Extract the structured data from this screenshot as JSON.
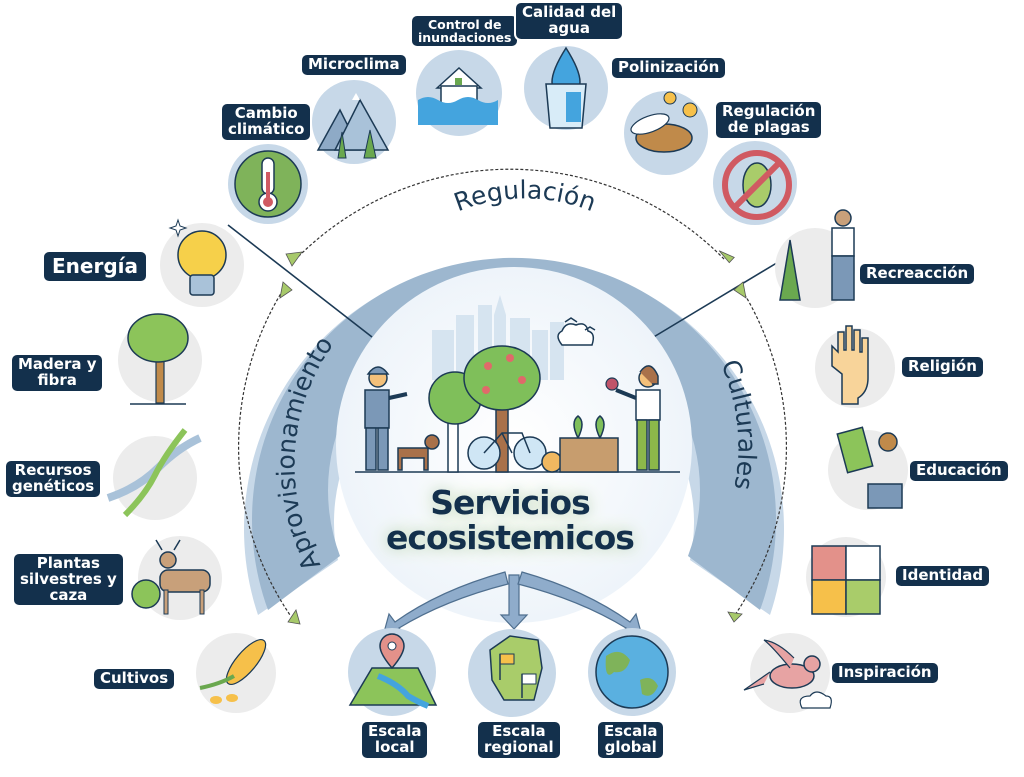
{
  "title": {
    "line1": "Servicios",
    "line2": "ecosistemicos"
  },
  "categories": {
    "provisioning": "Aprovisionamiento",
    "regulating": "Regulación",
    "cultural": "Culturales"
  },
  "provisioning_items": [
    {
      "label": "Energía",
      "icon": "light-bulb-icon"
    },
    {
      "label": "Madera y\nfibra",
      "icon": "tree-icon"
    },
    {
      "label": "Recursos\ngenéticos",
      "icon": "dna-icon"
    },
    {
      "label": "Plantas\nsilvestres y\ncaza",
      "icon": "deer-icon"
    },
    {
      "label": "Cultivos",
      "icon": "corn-icon"
    }
  ],
  "regulating_items": [
    {
      "label": "Cambio\nclimático",
      "icon": "thermometer-globe-icon"
    },
    {
      "label": "Microclima",
      "icon": "mountains-icon"
    },
    {
      "label": "Control de\ninundaciones",
      "icon": "flooded-house-icon"
    },
    {
      "label": "Calidad del\nagua",
      "icon": "water-glass-icon"
    },
    {
      "label": "Polinización",
      "icon": "bee-icon"
    },
    {
      "label": "Regulación\nde plagas",
      "icon": "no-bug-icon"
    }
  ],
  "cultural_items": [
    {
      "label": "Recreacción",
      "icon": "hiker-icon"
    },
    {
      "label": "Religión",
      "icon": "hand-icon"
    },
    {
      "label": "Educación",
      "icon": "reading-person-icon"
    },
    {
      "label": "Identidad",
      "icon": "puzzle-icon"
    },
    {
      "label": "Inspiración",
      "icon": "bird-icon"
    }
  ],
  "scales": [
    {
      "label": "Escala\nlocal",
      "icon": "map-pin-icon"
    },
    {
      "label": "Escala\nregional",
      "icon": "region-flags-icon"
    },
    {
      "label": "Escala\nglobal",
      "icon": "earth-icon"
    }
  ],
  "colors": {
    "label_bg": "#13304c",
    "arc": "#9db7cf",
    "arc_light": "#c7d8e8",
    "arrow_green": "#a7c96a"
  }
}
